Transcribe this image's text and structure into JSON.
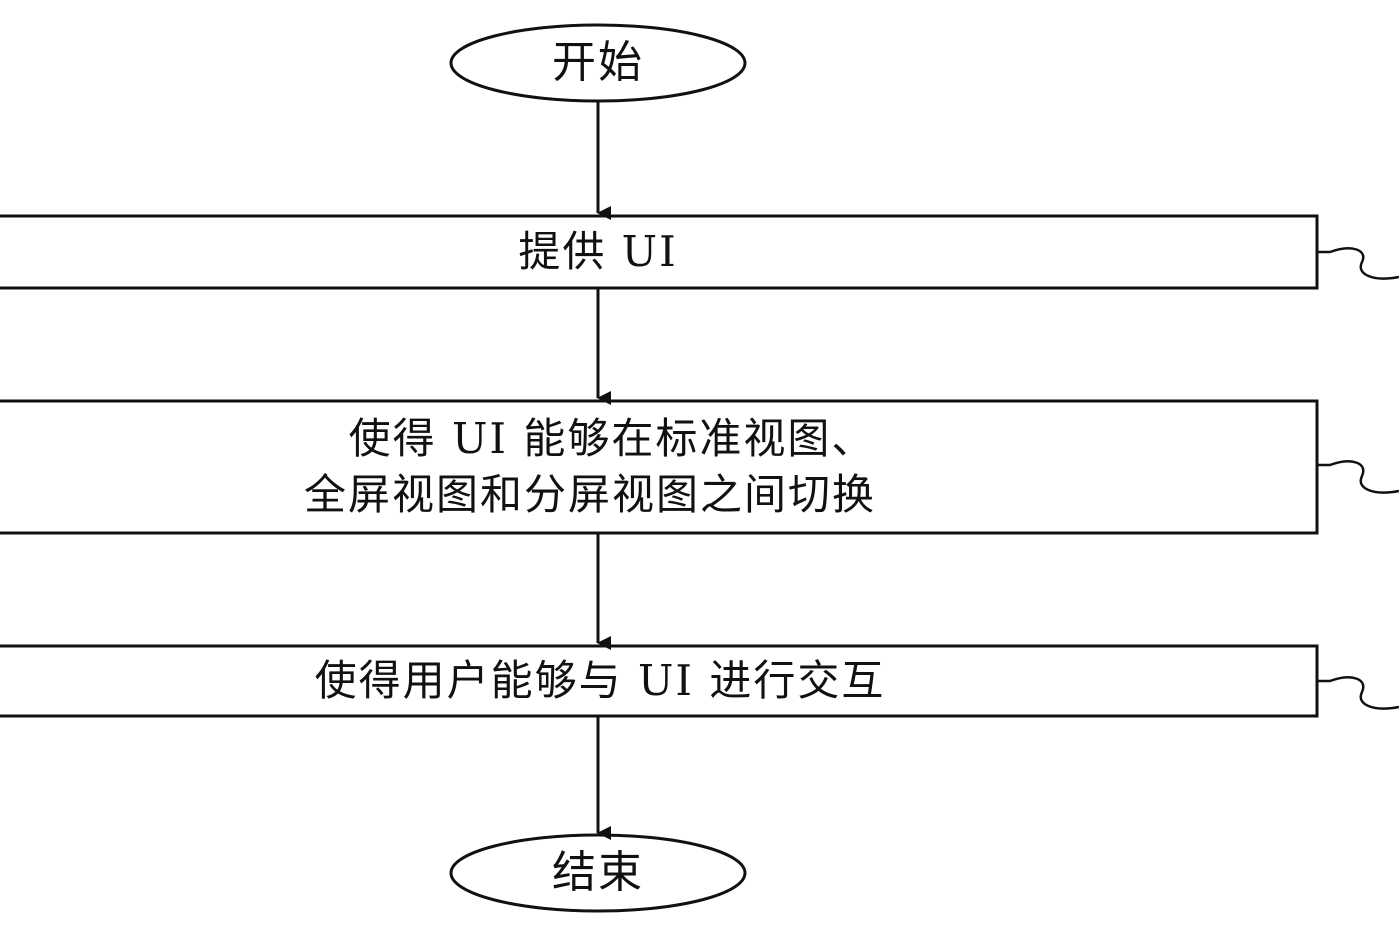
{
  "start": {
    "label": "开始"
  },
  "steps": [
    {
      "label": "提供 UI"
    },
    {
      "line1": "使得 UI 能够在标准视图、",
      "line2": "全屏视图和分屏视图之间切换"
    },
    {
      "label": "使得用户能够与 UI 进行交互"
    }
  ],
  "end": {
    "label": "结束"
  },
  "colors": {
    "stroke": "#111111",
    "background": "#ffffff"
  }
}
